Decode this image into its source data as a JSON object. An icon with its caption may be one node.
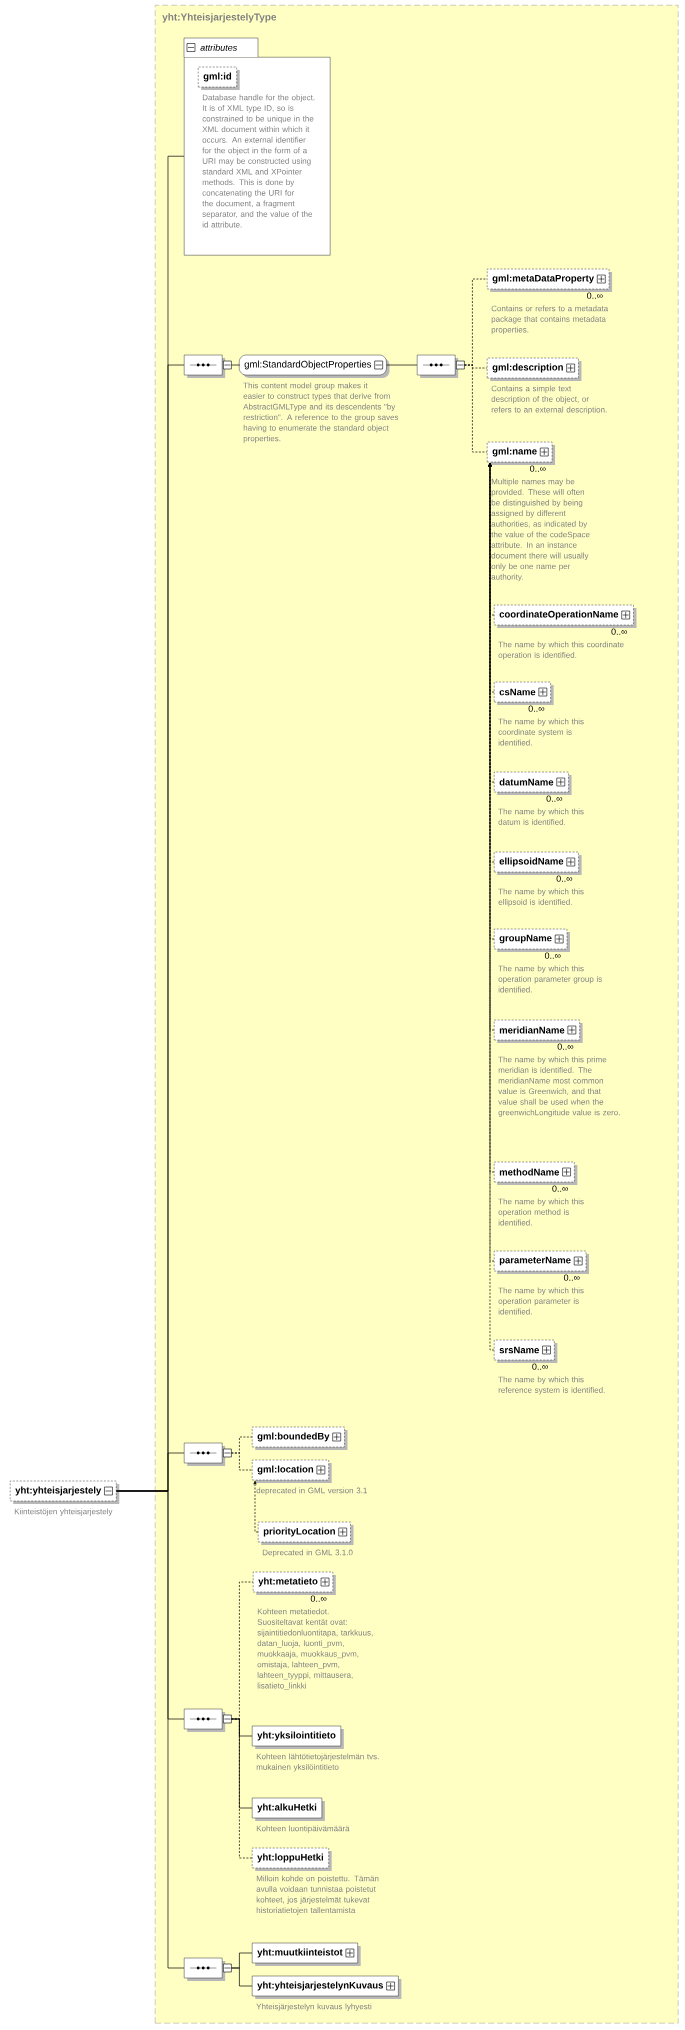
{
  "diagram": {
    "nodes": [
      {
        "text": [
          "yht:YhteisjarjestelyType"
        ]
      },
      {
        "text": [
          "yht:yhteisjarjestely"
        ],
        "beside": [
          "Kiinteistöjen yhteisjarjestely"
        ]
      },
      {
        "text": [
          "attributes"
        ],
        "in": 0
      },
      {
        "text": [
          "gml:id"
        ],
        "beside": [
          "Database handle for the object.  It is of XML type ID, so is constrained to be unique in the XML document within which it occurs.  An external identifier for the object in the form of a URI may be constructed using standard XML and XPointer methods.  This is done by concatenating the URI for the document, a fragment separator, and the value of the id attribute."
        ],
        "in": 2
      },
      {
        "text": [],
        "shape": "octagon",
        "in": 0
      },
      {
        "text": [
          "gml:StandardObjectProperties"
        ],
        "beside": [
          "This content model group makes it easier to construct types that derive from AbstractGMLType and its descendents \"by restriction\". A reference to the group saves having to enumerate the standard object properties."
        ],
        "in": 0
      },
      {
        "text": [],
        "shape": "octagon",
        "in": 0
      },
      {
        "text": [
          "gml:metaDataProperty"
        ],
        "beside": [
          "0..∞",
          "Contains or refers to a metadata package that contains metadata properties."
        ],
        "in": 0
      },
      {
        "text": [
          "gml:description"
        ],
        "beside": [
          "Contains a simple text description of the object, or refers to an external description."
        ],
        "in": 0
      },
      {
        "text": [
          "gml:name"
        ],
        "beside": [
          "0..∞",
          "Multiple names may be provided.  These will often be distinguished by being assigned by different authorities, as indicated by the value of the codeSpace attribute.  In an instance document there will usually only be one name per authority."
        ],
        "in": 0
      },
      {
        "text": [
          "coordinateOperationName"
        ],
        "beside": [
          "0..∞",
          "The name by which this coordinate operation is identified."
        ],
        "in": 0
      },
      {
        "text": [
          "csName"
        ],
        "beside": [
          "0..∞",
          "The name by which this coordinate system is identified."
        ],
        "in": 0
      },
      {
        "text": [
          "datumName"
        ],
        "beside": [
          "0..∞",
          "The name by which this datum is identified."
        ],
        "in": 0
      },
      {
        "text": [
          "ellipsoidName"
        ],
        "beside": [
          "0..∞",
          "The name by which this ellipsoid is identified."
        ],
        "in": 0
      },
      {
        "text": [
          "groupName"
        ],
        "beside": [
          "0..∞",
          "The name by which this operation parameter group is identified."
        ],
        "in": 0
      },
      {
        "text": [
          "meridianName"
        ],
        "beside": [
          "0..∞",
          "The name by which this prime meridian is identified. The meridianName most common value is Greenwich, and that value shall be used when the greenwichLongitude value is zero."
        ],
        "in": 0
      },
      {
        "text": [
          "methodName"
        ],
        "beside": [
          "0..∞",
          "The name by which this operation method is identified."
        ],
        "in": 0
      },
      {
        "text": [
          "parameterName"
        ],
        "beside": [
          "0..∞",
          "The name by which this operation parameter is identified."
        ],
        "in": 0
      },
      {
        "text": [
          "srsName"
        ],
        "beside": [
          "0..∞",
          "The name by which this reference system is identified."
        ],
        "in": 0
      },
      {
        "text": [],
        "shape": "octagon",
        "in": 0
      },
      {
        "text": [
          "gml:boundedBy"
        ],
        "in": 0
      },
      {
        "text": [
          "gml:location"
        ],
        "beside": [
          "deprecated in GML version 3.1"
        ],
        "in": 0
      },
      {
        "text": [
          "priorityLocation"
        ],
        "beside": [
          "Deprecated in GML 3.1.0"
        ],
        "in": 0
      },
      {
        "text": [],
        "shape": "octagon",
        "in": 0
      },
      {
        "text": [
          "yht:metatieto"
        ],
        "beside": [
          "0..∞",
          "Kohteen metatiedot. Suositeltavat kentät ovat: sijaintitiedonluontitapa, tarkkuus, datan_luoja, luonti_pvm, muokkaaja, muokkaus_pvm, omistaja, lahteen_pvm, lahteen_tyyppi, mittausera, lisatieto_linkki"
        ],
        "in": 0
      },
      {
        "text": [
          "yht:yksilointitieto"
        ],
        "beside": [
          "Kohteen lähtötietojärjestelmän  tvs. mukainen yksilöintitieto"
        ],
        "in": 0
      },
      {
        "text": [
          "yht:alkuHetki"
        ],
        "beside": [
          "Kohteen luontipäivämäärä"
        ],
        "in": 0
      },
      {
        "text": [
          "yht:loppuHetki"
        ],
        "beside": [
          "Milloin kohde on poistettu. Tämän avulla voidaan tunnistaa poistetut kohteet, jos järjestelmät tukevat historiatietojen tallentamista"
        ],
        "in": 0
      },
      {
        "text": [],
        "shape": "octagon",
        "in": 0
      },
      {
        "text": [
          "yht:muutkiinteistot"
        ],
        "in": 0
      },
      {
        "text": [
          "yht:yhteisjarjestelynKuvaus"
        ],
        "beside": [
          "Yhteisjärjestelyn kuvaus lyhyesti"
        ],
        "in": 0
      }
    ],
    "edges": [
      {
        "from": 1,
        "to": 2,
        "arrow": "none"
      },
      {
        "from": 1,
        "to": 4,
        "arrow": "none"
      },
      {
        "from": 1,
        "to": 19,
        "arrow": "none"
      },
      {
        "from": 1,
        "to": 23,
        "arrow": "none"
      },
      {
        "from": 1,
        "to": 28,
        "arrow": "none"
      },
      {
        "from": 4,
        "to": 5,
        "arrow": "none"
      },
      {
        "from": 5,
        "to": 6,
        "arrow": "none"
      },
      {
        "from": 6,
        "to": 7,
        "arrow": "none",
        "style": "dashed"
      },
      {
        "from": 6,
        "to": 8,
        "arrow": "none",
        "style": "dashed"
      },
      {
        "from": 6,
        "to": 9,
        "arrow": "none",
        "style": "dashed"
      },
      {
        "from": 10,
        "to": 9,
        "arrow": "to",
        "style": "dashed"
      },
      {
        "from": 11,
        "to": 9,
        "arrow": "to",
        "style": "dashed"
      },
      {
        "from": 12,
        "to": 9,
        "arrow": "to",
        "style": "dashed"
      },
      {
        "from": 13,
        "to": 9,
        "arrow": "to",
        "style": "dashed"
      },
      {
        "from": 14,
        "to": 9,
        "arrow": "to",
        "style": "dashed"
      },
      {
        "from": 15,
        "to": 9,
        "arrow": "to",
        "style": "dashed"
      },
      {
        "from": 16,
        "to": 9,
        "arrow": "to",
        "style": "dashed"
      },
      {
        "from": 17,
        "to": 9,
        "arrow": "to",
        "style": "dashed"
      },
      {
        "from": 18,
        "to": 9,
        "arrow": "to",
        "style": "dashed"
      },
      {
        "from": 19,
        "to": 20,
        "arrow": "none",
        "style": "dashed"
      },
      {
        "from": 19,
        "to": 21,
        "arrow": "none",
        "style": "dashed"
      },
      {
        "from": 22,
        "to": 21,
        "arrow": "to",
        "style": "dashed"
      },
      {
        "from": 23,
        "to": 24,
        "arrow": "none",
        "style": "dashed"
      },
      {
        "from": 23,
        "to": 25,
        "arrow": "none"
      },
      {
        "from": 23,
        "to": 26,
        "arrow": "none"
      },
      {
        "from": 23,
        "to": 27,
        "arrow": "none",
        "style": "dashed"
      },
      {
        "from": 28,
        "to": 29,
        "arrow": "none"
      },
      {
        "from": 28,
        "to": 30,
        "arrow": "none"
      }
    ]
  }
}
